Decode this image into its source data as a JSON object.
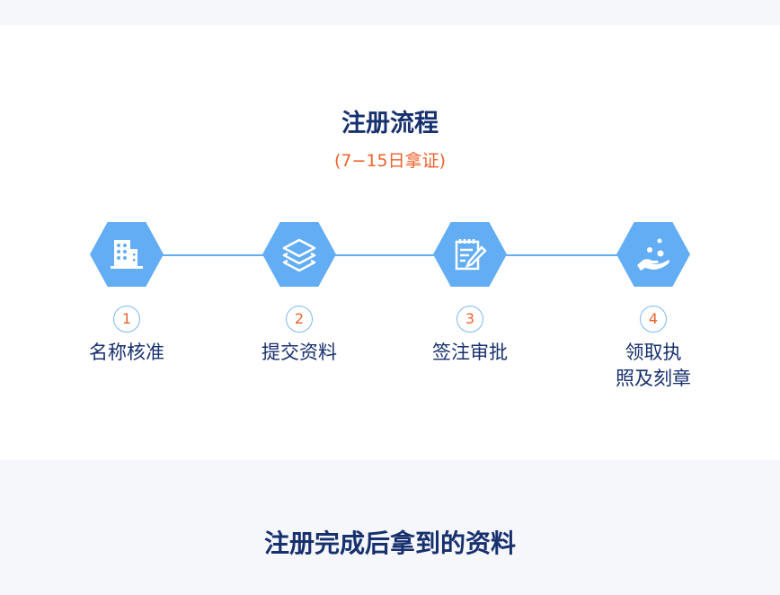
{
  "process": {
    "title": "注册流程",
    "subtitle": "(7−15日拿证)",
    "steps": [
      {
        "num": "1",
        "label": "名称核准",
        "icon": "building-icon"
      },
      {
        "num": "2",
        "label": "提交资料",
        "icon": "layers-icon"
      },
      {
        "num": "3",
        "label": "签注审批",
        "icon": "notepad-pen-icon"
      },
      {
        "num": "4",
        "label": "领取执\n照及刻章",
        "line1": "领取执",
        "line2": "照及刻章",
        "icon": "hand-receive-icon"
      }
    ]
  },
  "materials": {
    "title": "注册完成后拿到的资料"
  },
  "colors": {
    "accent": "#62adf4",
    "title": "#17306e",
    "highlight": "#f0622c"
  }
}
